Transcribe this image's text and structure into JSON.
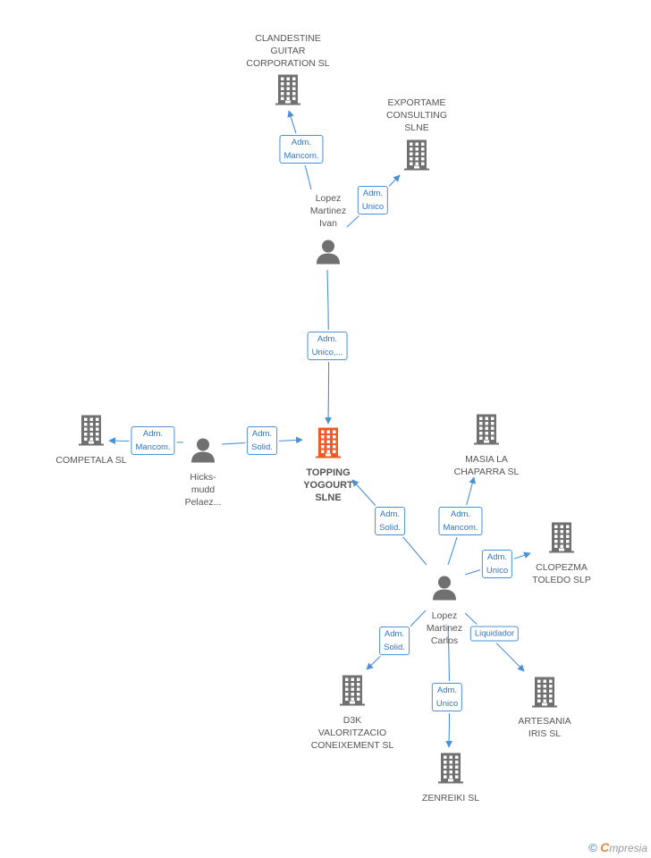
{
  "colors": {
    "edge": "#4a90d9",
    "company_icon": "#707070",
    "focus_icon": "#f05a28",
    "person_icon": "#707070"
  },
  "nodes": [
    {
      "id": "clandestine",
      "type": "company",
      "label": "CLANDESTINE\nGUITAR\nCORPORATION SL"
    },
    {
      "id": "exportame",
      "type": "company",
      "label": "EXPORTAME\nCONSULTING\nSLNE"
    },
    {
      "id": "lopez_ivan",
      "type": "person",
      "label": "Lopez\nMartinez\nIvan"
    },
    {
      "id": "competala",
      "type": "company",
      "label": "COMPETALA SL"
    },
    {
      "id": "hicks",
      "type": "person",
      "label": "Hicks-\nmudd\nPelaez..."
    },
    {
      "id": "topping",
      "type": "focus",
      "label": "TOPPING\nYOGOURT\nSLNE"
    },
    {
      "id": "masia",
      "type": "company",
      "label": "MASIA LA\nCHAPARRA SL"
    },
    {
      "id": "clopezma",
      "type": "company",
      "label": "CLOPEZMA\nTOLEDO  SLP"
    },
    {
      "id": "lopez_carlos",
      "type": "person",
      "label": "Lopez\nMartinez\nCarlos"
    },
    {
      "id": "d3k",
      "type": "company",
      "label": "D3K\nVALORITZACIO\nCONEIXEMENT SL"
    },
    {
      "id": "zenreiki",
      "type": "company",
      "label": "ZENREIKI SL"
    },
    {
      "id": "artesania",
      "type": "company",
      "label": "ARTESANIA\nIRIS SL"
    }
  ],
  "edges": [
    {
      "from": "lopez_ivan",
      "to": "clandestine",
      "label": "Adm.\nMancom."
    },
    {
      "from": "lopez_ivan",
      "to": "exportame",
      "label": "Adm.\nUnico"
    },
    {
      "from": "lopez_ivan",
      "to": "topping",
      "label": "Adm.\nUnico,..."
    },
    {
      "from": "hicks",
      "to": "competala",
      "label": "Adm.\nMancom."
    },
    {
      "from": "hicks",
      "to": "topping",
      "label": "Adm.\nSolid."
    },
    {
      "from": "lopez_carlos",
      "to": "topping",
      "label": "Adm.\nSolid."
    },
    {
      "from": "lopez_carlos",
      "to": "masia",
      "label": "Adm.\nMancom."
    },
    {
      "from": "lopez_carlos",
      "to": "clopezma",
      "label": "Adm.\nUnico"
    },
    {
      "from": "lopez_carlos",
      "to": "d3k",
      "label": "Adm.\nSolid."
    },
    {
      "from": "lopez_carlos",
      "to": "zenreiki",
      "label": "Adm.\nUnico"
    },
    {
      "from": "lopez_carlos",
      "to": "artesania",
      "label": "Liquidador"
    }
  ],
  "brand": {
    "copyright": "©",
    "e": "C",
    "rest": "mpresia"
  }
}
